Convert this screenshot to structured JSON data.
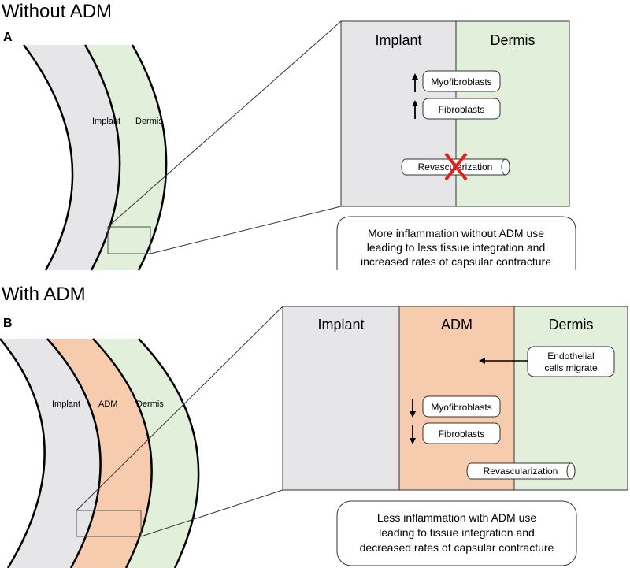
{
  "panel_a": {
    "heading": "Without ADM",
    "letter": "A",
    "curve_labels": {
      "implant": "Implant",
      "dermis": "Dermis"
    },
    "zoom": {
      "implant_title": "Implant",
      "dermis_title": "Dermis",
      "myofibroblasts": "Myofibroblasts",
      "fibroblasts": "Fibroblasts",
      "revascularization": "Revascularization"
    },
    "caption": [
      "More inflammation without ADM use",
      "leading to less tissue integration and",
      "increased rates of capsular contracture"
    ]
  },
  "panel_b": {
    "heading": "With ADM",
    "letter": "B",
    "curve_labels": {
      "implant": "Implant",
      "adm": "ADM",
      "dermis": "Dermis"
    },
    "zoom": {
      "implant_title": "Implant",
      "adm_title": "ADM",
      "dermis_title": "Dermis",
      "endothelial": [
        "Endothelial",
        "cells migrate"
      ],
      "myofibroblasts": "Myofibroblasts",
      "fibroblasts": "Fibroblasts",
      "revascularization": "Revascularization"
    },
    "caption": [
      "Less inflammation with ADM use",
      "leading to tissue integration and",
      "decreased rates of capsular contracture"
    ]
  },
  "colors": {
    "implant": "#e6e5e8",
    "adm": "#f6cbae",
    "dermis": "#e2efda",
    "x_mark": "#e3201b"
  }
}
